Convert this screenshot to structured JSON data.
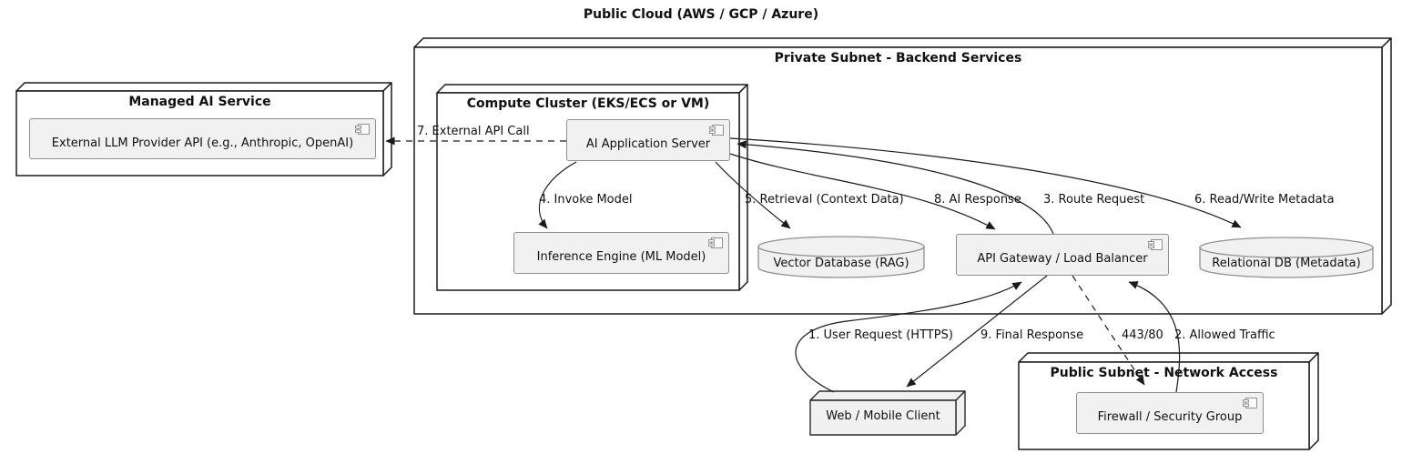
{
  "title": "Public Cloud (AWS / GCP / Azure)",
  "nodes": {
    "managed_ai": {
      "title": "Managed AI Service"
    },
    "private_subnet": {
      "title": "Private Subnet - Backend Services"
    },
    "compute_cluster": {
      "title": "Compute Cluster (EKS/ECS or VM)"
    },
    "public_subnet": {
      "title": "Public Subnet - Network Access"
    },
    "web_client": {
      "label": "Web / Mobile Client"
    }
  },
  "components": {
    "external_llm": {
      "label": "External LLM Provider API (e.g., Anthropic, OpenAI)"
    },
    "ai_app_server": {
      "label": "AI Application Server"
    },
    "inference_engine": {
      "label": "Inference Engine (ML Model)"
    },
    "api_gateway": {
      "label": "API Gateway / Load Balancer"
    },
    "firewall": {
      "label": "Firewall / Security Group"
    }
  },
  "databases": {
    "vector_db": {
      "label": "Vector Database (RAG)"
    },
    "relational_db": {
      "label": "Relational DB (Metadata)"
    }
  },
  "edges": {
    "user_request": {
      "label": "1. User Request (HTTPS)"
    },
    "allowed_traffic": {
      "label": "2. Allowed Traffic"
    },
    "route_request": {
      "label": "3. Route Request"
    },
    "invoke_model": {
      "label": "4. Invoke Model"
    },
    "retrieval": {
      "label": "5. Retrieval (Context Data)"
    },
    "read_write_metadata": {
      "label": "6. Read/Write Metadata"
    },
    "external_api_call": {
      "label": "7. External API Call"
    },
    "ai_response": {
      "label": "8. AI Response"
    },
    "final_response": {
      "label": "9. Final Response"
    },
    "port": {
      "label": "443/80"
    }
  },
  "colors": {
    "node_border": "#1a1a1a",
    "component_fill": "#F1F1F1",
    "component_border": "#909090",
    "line": "#1a1a1a"
  }
}
